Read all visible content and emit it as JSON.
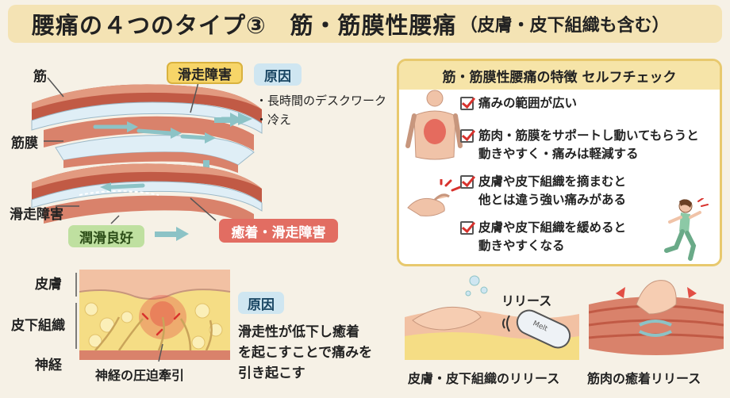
{
  "header": {
    "title": "腰痛の４つのタイプ③　筋・筋膜性腰痛",
    "subtitle": "（皮膚・皮下組織も含む）"
  },
  "top_diagram": {
    "label_muscle": "筋",
    "label_fascia": "筋膜",
    "label_glide_disorder": "滑走障害",
    "tag_glide_disorder": "滑走障害",
    "tag_lubrication_good": "潤滑良好",
    "tag_adhesion": "癒着・滑走障害",
    "cause_title": "原因",
    "causes": [
      "・長時間のデスクワーク",
      "・冷え"
    ]
  },
  "checklist": {
    "title": "筋・筋膜性腰痛の特徴 セルフチェック",
    "items": [
      {
        "line1": "痛みの範囲が広い",
        "line2": ""
      },
      {
        "line1": "筋肉・筋膜をサポートし動いてもらうと",
        "line2": "動きやすく・痛みは軽減する"
      },
      {
        "line1": "皮膚や皮下組織を摘まむと",
        "line2": "他とは違う強い痛みがある"
      },
      {
        "line1": "皮膚や皮下組織を緩めると",
        "line2": "動きやすくなる"
      }
    ]
  },
  "bottom_diagram": {
    "label_skin": "皮膚",
    "label_subcutaneous": "皮下組織",
    "label_nerve": "神経",
    "caption_nerve": "神経の圧迫牽引",
    "cause_title": "原因",
    "cause_lines": [
      "滑走性が低下し癒着",
      "を起こすことで痛みを",
      "引き起こす"
    ]
  },
  "release": {
    "label_release": "リリース",
    "device_text": "Melt",
    "caption_skin": "皮膚・皮下組織のリリース",
    "caption_muscle": "筋肉の癒着リリース"
  },
  "colors": {
    "muscle": "#d9826b",
    "muscle_dark": "#c15a45",
    "fascia": "#dfeef6",
    "fat": "#f5dd85",
    "skin": "#f2c1a3",
    "arrow": "#8cc3c6",
    "check_red": "#d8322d"
  }
}
